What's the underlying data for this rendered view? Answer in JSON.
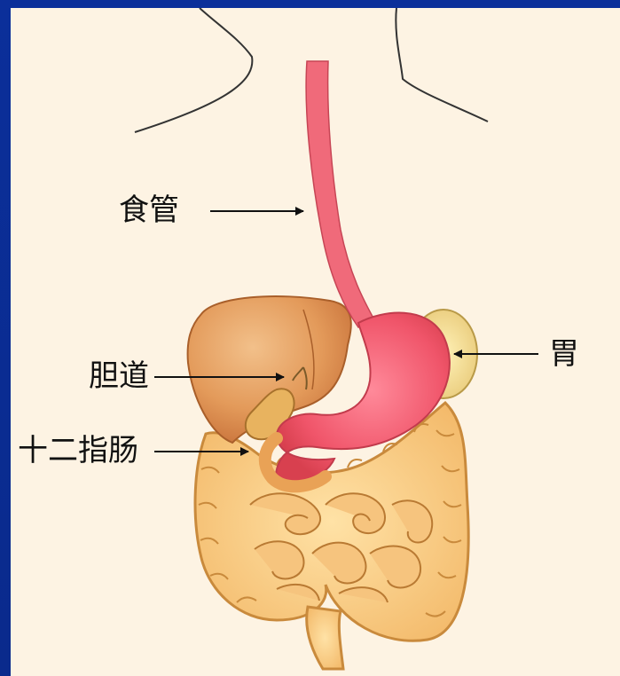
{
  "labels": {
    "esophagus": "食管",
    "stomach": "胃",
    "bile_duct": "胆道",
    "duodenum": "十二指肠"
  }
}
